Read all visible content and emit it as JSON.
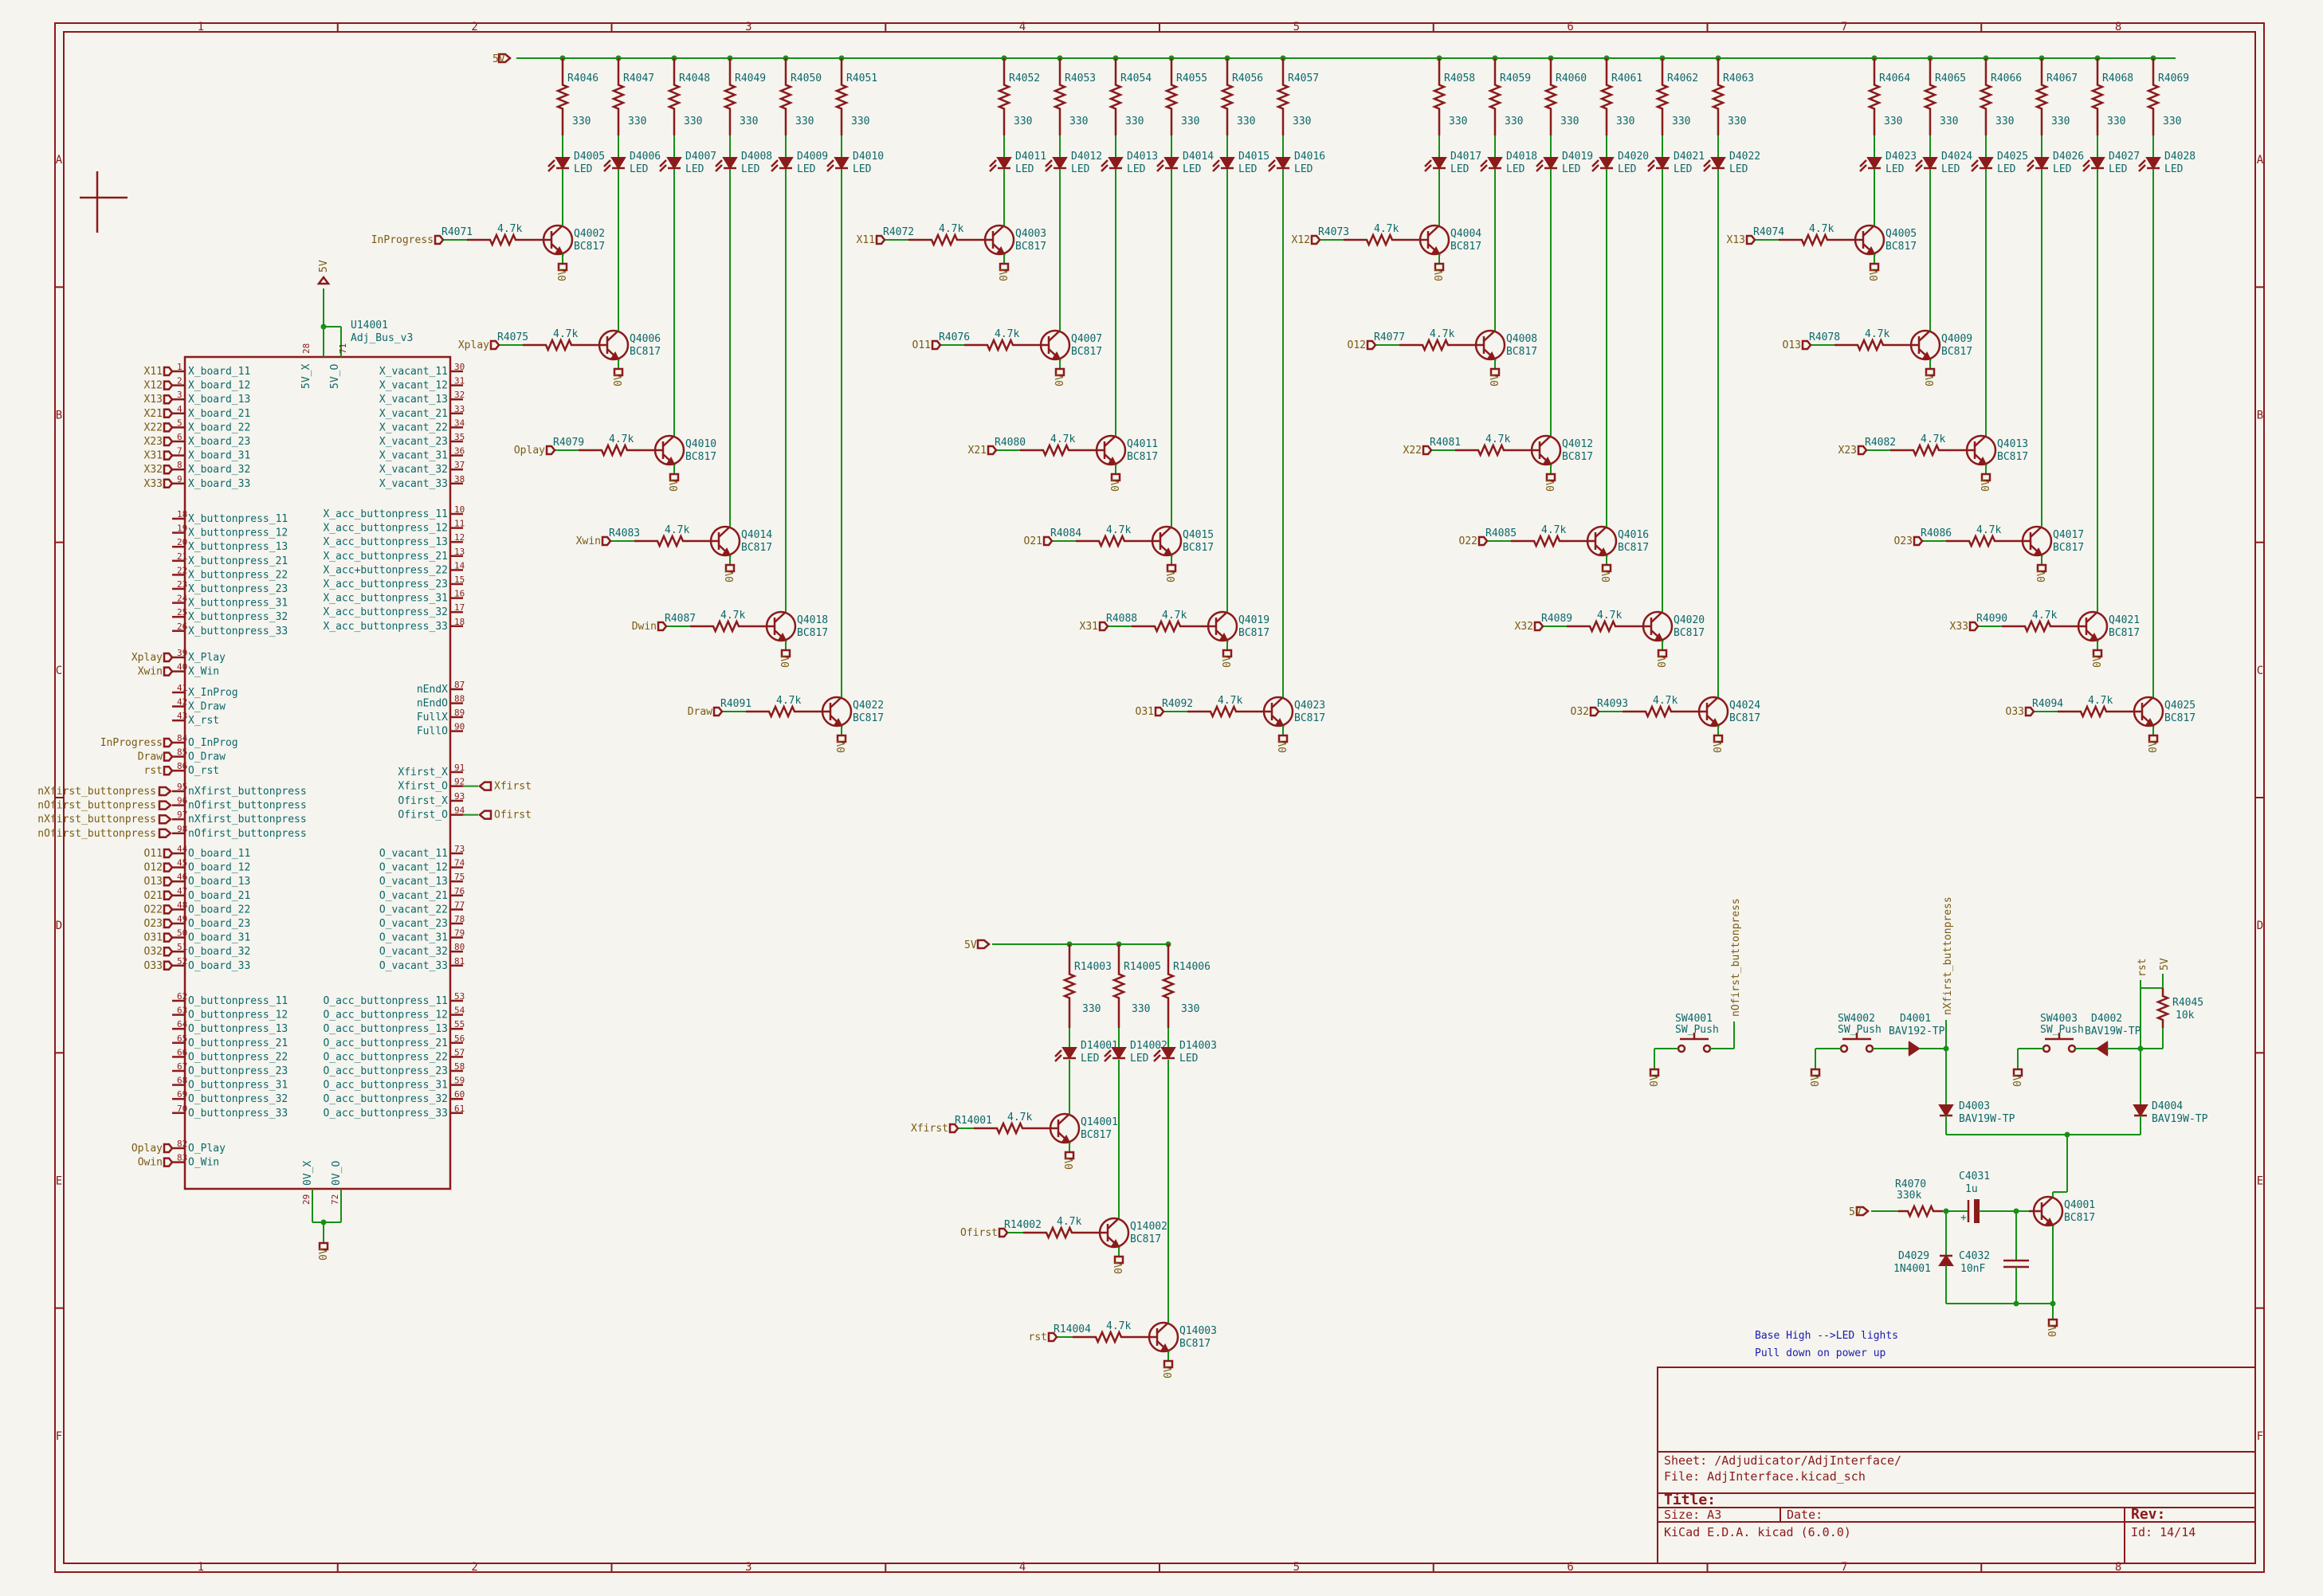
{
  "zones": {
    "columns": [
      "1",
      "2",
      "3",
      "4",
      "5",
      "6",
      "7",
      "8"
    ],
    "rows": [
      "A",
      "B",
      "C",
      "D",
      "E",
      "F"
    ]
  },
  "power": {
    "vcc": "5V",
    "gnd": "0V"
  },
  "led_groups": [
    {
      "res": [
        "R4046",
        "R4047",
        "R4048",
        "R4049",
        "R4050",
        "R4051"
      ],
      "leds": [
        "D4005",
        "D4006",
        "D4007",
        "D4008",
        "D4009",
        "D4010"
      ],
      "trans": [
        {
          "net": "InProgress",
          "rb": "R4071",
          "q": "Q4002"
        },
        {
          "net": "Xplay",
          "rb": "R4075",
          "q": "Q4006"
        },
        {
          "net": "Oplay",
          "rb": "R4079",
          "q": "Q4010"
        },
        {
          "net": "Xwin",
          "rb": "R4083",
          "q": "Q4014"
        },
        {
          "net": "Dwin",
          "rb": "R4087",
          "q": "Q4018"
        },
        {
          "net": "Draw",
          "rb": "R4091",
          "q": "Q4022"
        }
      ]
    },
    {
      "res": [
        "R4052",
        "R4053",
        "R4054",
        "R4055",
        "R4056",
        "R4057"
      ],
      "leds": [
        "D4011",
        "D4012",
        "D4013",
        "D4014",
        "D4015",
        "D4016"
      ],
      "trans": [
        {
          "net": "X11",
          "rb": "R4072",
          "q": "Q4003"
        },
        {
          "net": "O11",
          "rb": "R4076",
          "q": "Q4007"
        },
        {
          "net": "X21",
          "rb": "R4080",
          "q": "Q4011"
        },
        {
          "net": "O21",
          "rb": "R4084",
          "q": "Q4015"
        },
        {
          "net": "X31",
          "rb": "R4088",
          "q": "Q4019"
        },
        {
          "net": "O31",
          "rb": "R4092",
          "q": "Q4023"
        }
      ]
    },
    {
      "res": [
        "R4058",
        "R4059",
        "R4060",
        "R4061",
        "R4062",
        "R4063"
      ],
      "leds": [
        "D4017",
        "D4018",
        "D4019",
        "D4020",
        "D4021",
        "D4022"
      ],
      "trans": [
        {
          "net": "X12",
          "rb": "R4073",
          "q": "Q4004"
        },
        {
          "net": "O12",
          "rb": "R4077",
          "q": "Q4008"
        },
        {
          "net": "X22",
          "rb": "R4081",
          "q": "Q4012"
        },
        {
          "net": "O22",
          "rb": "R4085",
          "q": "Q4016"
        },
        {
          "net": "X32",
          "rb": "R4089",
          "q": "Q4020"
        },
        {
          "net": "O32",
          "rb": "R4093",
          "q": "Q4024"
        }
      ]
    },
    {
      "res": [
        "R4064",
        "R4065",
        "R4066",
        "R4067",
        "R4068",
        "R4069"
      ],
      "leds": [
        "D4023",
        "D4024",
        "D4025",
        "D4026",
        "D4027",
        "D4028"
      ],
      "trans": [
        {
          "net": "X13",
          "rb": "R4074",
          "q": "Q4005"
        },
        {
          "net": "O13",
          "rb": "R4078",
          "q": "Q4009"
        },
        {
          "net": "X23",
          "rb": "R4082",
          "q": "Q4013"
        },
        {
          "net": "O23",
          "rb": "R4086",
          "q": "Q4017"
        },
        {
          "net": "X33",
          "rb": "R4090",
          "q": "Q4021"
        },
        {
          "net": "O33",
          "rb": "R4094",
          "q": "Q4025"
        }
      ]
    }
  ],
  "values": {
    "res_led": "330",
    "led": "LED",
    "res_base": "4.7k",
    "transistor": "BC817"
  },
  "bus": {
    "ref": "U14001",
    "value": "Adj_Bus_v3",
    "top_pins": [
      {
        "num": "28",
        "name": "5V_X"
      },
      {
        "num": "71",
        "name": "5V_O"
      }
    ],
    "bottom_pins": [
      {
        "num": "29",
        "name": "0V_X"
      },
      {
        "num": "72",
        "name": "0V_O"
      }
    ],
    "left_pins": [
      {
        "num": "1",
        "name": "X_board_11",
        "net": "X11"
      },
      {
        "num": "2",
        "name": "X_board_12",
        "net": "X12"
      },
      {
        "num": "3",
        "name": "X_board_13",
        "net": "X13"
      },
      {
        "num": "4",
        "name": "X_board_21",
        "net": "X21"
      },
      {
        "num": "5",
        "name": "X_board_22",
        "net": "X22"
      },
      {
        "num": "6",
        "name": "X_board_23",
        "net": "X23"
      },
      {
        "num": "7",
        "name": "X_board_31",
        "net": "X31"
      },
      {
        "num": "8",
        "name": "X_board_32",
        "net": "X32"
      },
      {
        "num": "9",
        "name": "X_board_33",
        "net": "X33"
      },
      {
        "num": "18",
        "name": "X_buttonpress_11",
        "net": ""
      },
      {
        "num": "19",
        "name": "X_buttonpress_12",
        "net": ""
      },
      {
        "num": "20",
        "name": "X_buttonpress_13",
        "net": ""
      },
      {
        "num": "21",
        "name": "X_buttonpress_21",
        "net": ""
      },
      {
        "num": "22",
        "name": "X_buttonpress_22",
        "net": ""
      },
      {
        "num": "23",
        "name": "X_buttonpress_23",
        "net": ""
      },
      {
        "num": "24",
        "name": "X_buttonpress_31",
        "net": ""
      },
      {
        "num": "25",
        "name": "X_buttonpress_32",
        "net": ""
      },
      {
        "num": "26",
        "name": "X_buttonpress_33",
        "net": ""
      },
      {
        "num": "39",
        "name": "X_Play",
        "net": "Xplay"
      },
      {
        "num": "40",
        "name": "X_Win",
        "net": "Xwin"
      },
      {
        "num": "41",
        "name": "X_InProg",
        "net": ""
      },
      {
        "num": "42",
        "name": "X_Draw",
        "net": ""
      },
      {
        "num": "43",
        "name": "X_rst",
        "net": ""
      },
      {
        "num": "84",
        "name": "O_InProg",
        "net": "InProgress"
      },
      {
        "num": "85",
        "name": "O_Draw",
        "net": "Draw"
      },
      {
        "num": "86",
        "name": "O_rst",
        "net": "rst"
      },
      {
        "num": "95",
        "name": "nXfirst_buttonpress",
        "net": "nXfirst_buttonpress"
      },
      {
        "num": "96",
        "name": "nOfirst_buttonpress",
        "net": "nOfirst_buttonpress"
      },
      {
        "num": "97",
        "name": "nXfirst_buttonpress",
        "net": "nXfirst_buttonpress"
      },
      {
        "num": "98",
        "name": "nOfirst_buttonpress",
        "net": "nOfirst_buttonpress"
      },
      {
        "num": "44",
        "name": "O_board_11",
        "net": "O11"
      },
      {
        "num": "45",
        "name": "O_board_12",
        "net": "O12"
      },
      {
        "num": "46",
        "name": "O_board_13",
        "net": "O13"
      },
      {
        "num": "47",
        "name": "O_board_21",
        "net": "O21"
      },
      {
        "num": "48",
        "name": "O_board_22",
        "net": "O22"
      },
      {
        "num": "49",
        "name": "O_board_23",
        "net": "O23"
      },
      {
        "num": "50",
        "name": "O_board_31",
        "net": "O31"
      },
      {
        "num": "51",
        "name": "O_board_32",
        "net": "O32"
      },
      {
        "num": "52",
        "name": "O_board_33",
        "net": "O33"
      },
      {
        "num": "62",
        "name": "O_buttonpress_11",
        "net": ""
      },
      {
        "num": "63",
        "name": "O_buttonpress_12",
        "net": ""
      },
      {
        "num": "64",
        "name": "O_buttonpress_13",
        "net": ""
      },
      {
        "num": "65",
        "name": "O_buttonpress_21",
        "net": ""
      },
      {
        "num": "66",
        "name": "O_buttonpress_22",
        "net": ""
      },
      {
        "num": "67",
        "name": "O_buttonpress_23",
        "net": ""
      },
      {
        "num": "68",
        "name": "O_buttonpress_31",
        "net": ""
      },
      {
        "num": "69",
        "name": "O_buttonpress_32",
        "net": ""
      },
      {
        "num": "70",
        "name": "O_buttonpress_33",
        "net": ""
      },
      {
        "num": "82",
        "name": "O_Play",
        "net": "Oplay"
      },
      {
        "num": "83",
        "name": "O_Win",
        "net": "Owin"
      }
    ],
    "right_pins": [
      {
        "num": "30",
        "name": "X_vacant_11",
        "net": ""
      },
      {
        "num": "31",
        "name": "X_vacant_12",
        "net": ""
      },
      {
        "num": "32",
        "name": "X_vacant_13",
        "net": ""
      },
      {
        "num": "33",
        "name": "X_vacant_21",
        "net": ""
      },
      {
        "num": "34",
        "name": "X_vacant_22",
        "net": ""
      },
      {
        "num": "35",
        "name": "X_vacant_23",
        "net": ""
      },
      {
        "num": "36",
        "name": "X_vacant_31",
        "net": ""
      },
      {
        "num": "37",
        "name": "X_vacant_32",
        "net": ""
      },
      {
        "num": "38",
        "name": "X_vacant_33",
        "net": ""
      },
      {
        "num": "10",
        "name": "X_acc_buttonpress_11",
        "net": ""
      },
      {
        "num": "11",
        "name": "X_acc_buttonpress_12",
        "net": ""
      },
      {
        "num": "12",
        "name": "X_acc_buttonpress_13",
        "net": ""
      },
      {
        "num": "13",
        "name": "X_acc_buttonpress_21",
        "net": ""
      },
      {
        "num": "14",
        "name": "X_acc+buttonpress_22",
        "net": ""
      },
      {
        "num": "15",
        "name": "X_acc_buttonpress_23",
        "net": ""
      },
      {
        "num": "16",
        "name": "X_acc_buttonpress_31",
        "net": ""
      },
      {
        "num": "17",
        "name": "X_acc_buttonpress_32",
        "net": ""
      },
      {
        "num": "18",
        "name": "X_acc_buttonpress_33",
        "net": ""
      },
      {
        "num": "87",
        "name": "nEndX",
        "net": ""
      },
      {
        "num": "88",
        "name": "nEndO",
        "net": ""
      },
      {
        "num": "89",
        "name": "FullX",
        "net": ""
      },
      {
        "num": "90",
        "name": "FullO",
        "net": ""
      },
      {
        "num": "91",
        "name": "Xfirst_X",
        "net": ""
      },
      {
        "num": "92",
        "name": "Xfirst_O",
        "net": "Xfirst"
      },
      {
        "num": "93",
        "name": "Ofirst_X",
        "net": ""
      },
      {
        "num": "94",
        "name": "Ofirst_O",
        "net": "Ofirst"
      },
      {
        "num": "73",
        "name": "O_vacant_11",
        "net": ""
      },
      {
        "num": "74",
        "name": "O_vacant_12",
        "net": ""
      },
      {
        "num": "75",
        "name": "O_vacant_13",
        "net": ""
      },
      {
        "num": "76",
        "name": "O_vacant_21",
        "net": ""
      },
      {
        "num": "77",
        "name": "O_vacant_22",
        "net": ""
      },
      {
        "num": "78",
        "name": "O_vacant_23",
        "net": ""
      },
      {
        "num": "79",
        "name": "O_vacant_31",
        "net": ""
      },
      {
        "num": "80",
        "name": "O_vacant_32",
        "net": ""
      },
      {
        "num": "81",
        "name": "O_vacant_33",
        "net": ""
      },
      {
        "num": "53",
        "name": "O_acc_buttonpress_11",
        "net": ""
      },
      {
        "num": "54",
        "name": "O_acc_buttonpress_12",
        "net": ""
      },
      {
        "num": "55",
        "name": "O_acc_buttonpress_13",
        "net": ""
      },
      {
        "num": "56",
        "name": "O_acc_buttonpress_21",
        "net": ""
      },
      {
        "num": "57",
        "name": "O_acc_buttonpress_22",
        "net": ""
      },
      {
        "num": "58",
        "name": "O_acc_buttonpress_23",
        "net": ""
      },
      {
        "num": "59",
        "name": "O_acc_buttonpress_31",
        "net": ""
      },
      {
        "num": "60",
        "name": "O_acc_buttonpress_32",
        "net": ""
      },
      {
        "num": "61",
        "name": "O_acc_buttonpress_33",
        "net": ""
      }
    ]
  },
  "first": {
    "res": [
      {
        "ref": "R14003",
        "val": "330"
      },
      {
        "ref": "R14005",
        "val": "330"
      },
      {
        "ref": "R14006",
        "val": "330"
      }
    ],
    "leds": [
      "D14001",
      "D14002",
      "D14003"
    ],
    "trans": [
      {
        "net": "Xfirst",
        "rb": "R14001",
        "q": "Q14001"
      },
      {
        "net": "Ofirst",
        "rb": "R14002",
        "q": "Q14002"
      },
      {
        "net": "rst",
        "rb": "R14004",
        "q": "Q14003"
      }
    ]
  },
  "reset": {
    "sw1": {
      "ref": "SW4001",
      "val": "SW_Push",
      "net": "nOfirst_buttonpress"
    },
    "sw2": {
      "ref": "SW4002",
      "val": "SW_Push",
      "net": "nXfirst_buttonpress"
    },
    "sw3": {
      "ref": "SW4003",
      "val": "SW_Push",
      "net": "rst"
    },
    "d4001": {
      "ref": "D4001",
      "val": "BAV192-TP"
    },
    "d4002": {
      "ref": "D4002",
      "val": "BAV19W-TP"
    },
    "d4003": {
      "ref": "D4003",
      "val": "BAV19W-TP"
    },
    "d4004": {
      "ref": "D4004",
      "val": "BAV19W-TP"
    },
    "r4045": {
      "ref": "R4045",
      "val": "10k"
    },
    "r4070": {
      "ref": "R4070",
      "val": "330k"
    },
    "c4031": {
      "ref": "C4031",
      "val": "1u"
    },
    "c4032": {
      "ref": "C4032",
      "val": "10nF"
    },
    "d4029": {
      "ref": "D4029",
      "val": "1N4001"
    },
    "q4001": {
      "ref": "Q4001",
      "val": "BC817"
    }
  },
  "notes": [
    "Base High -->LED lights",
    "Pull down on power up"
  ],
  "titleblock": {
    "sheet": "Sheet: /Adjudicator/AdjInterface/",
    "file": "File: AdjInterface.kicad_sch",
    "title": "Title:",
    "size": "Size: A3",
    "date": "Date:",
    "rev": "Rev:",
    "tool": "KiCad E.D.A.  kicad (6.0.0)",
    "id": "Id: 14/14"
  }
}
